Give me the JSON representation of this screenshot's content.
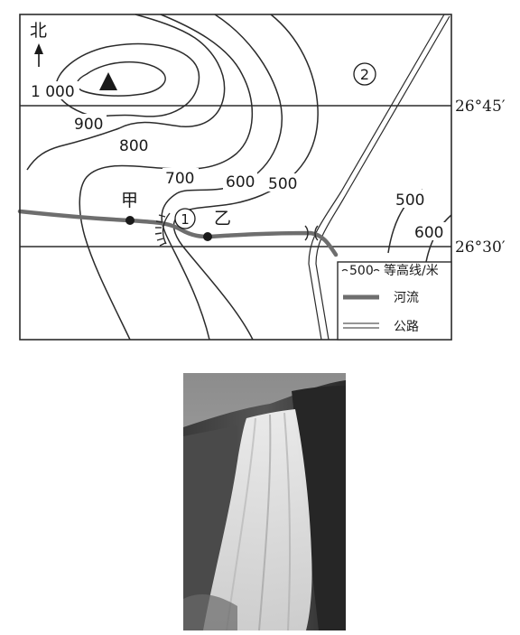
{
  "compass": {
    "label": "北"
  },
  "contours": {
    "c1000": "1 000",
    "c900": "900",
    "c800": "800",
    "c700": "700",
    "c600_west": "600",
    "c500_west": "500",
    "c500_east": "500",
    "c600_east": "600"
  },
  "latitudes": {
    "north": "26°45′",
    "south": "26°30′"
  },
  "places": {
    "jia": "甲",
    "yi": "乙",
    "one": "1",
    "two": "2"
  },
  "legend": {
    "contour_sample": "500",
    "contour_label": "等高线/米",
    "river_label": "河流",
    "road_label": "公路"
  },
  "colors": {
    "river": "#6e6e6e",
    "line": "#2b2b2b"
  }
}
